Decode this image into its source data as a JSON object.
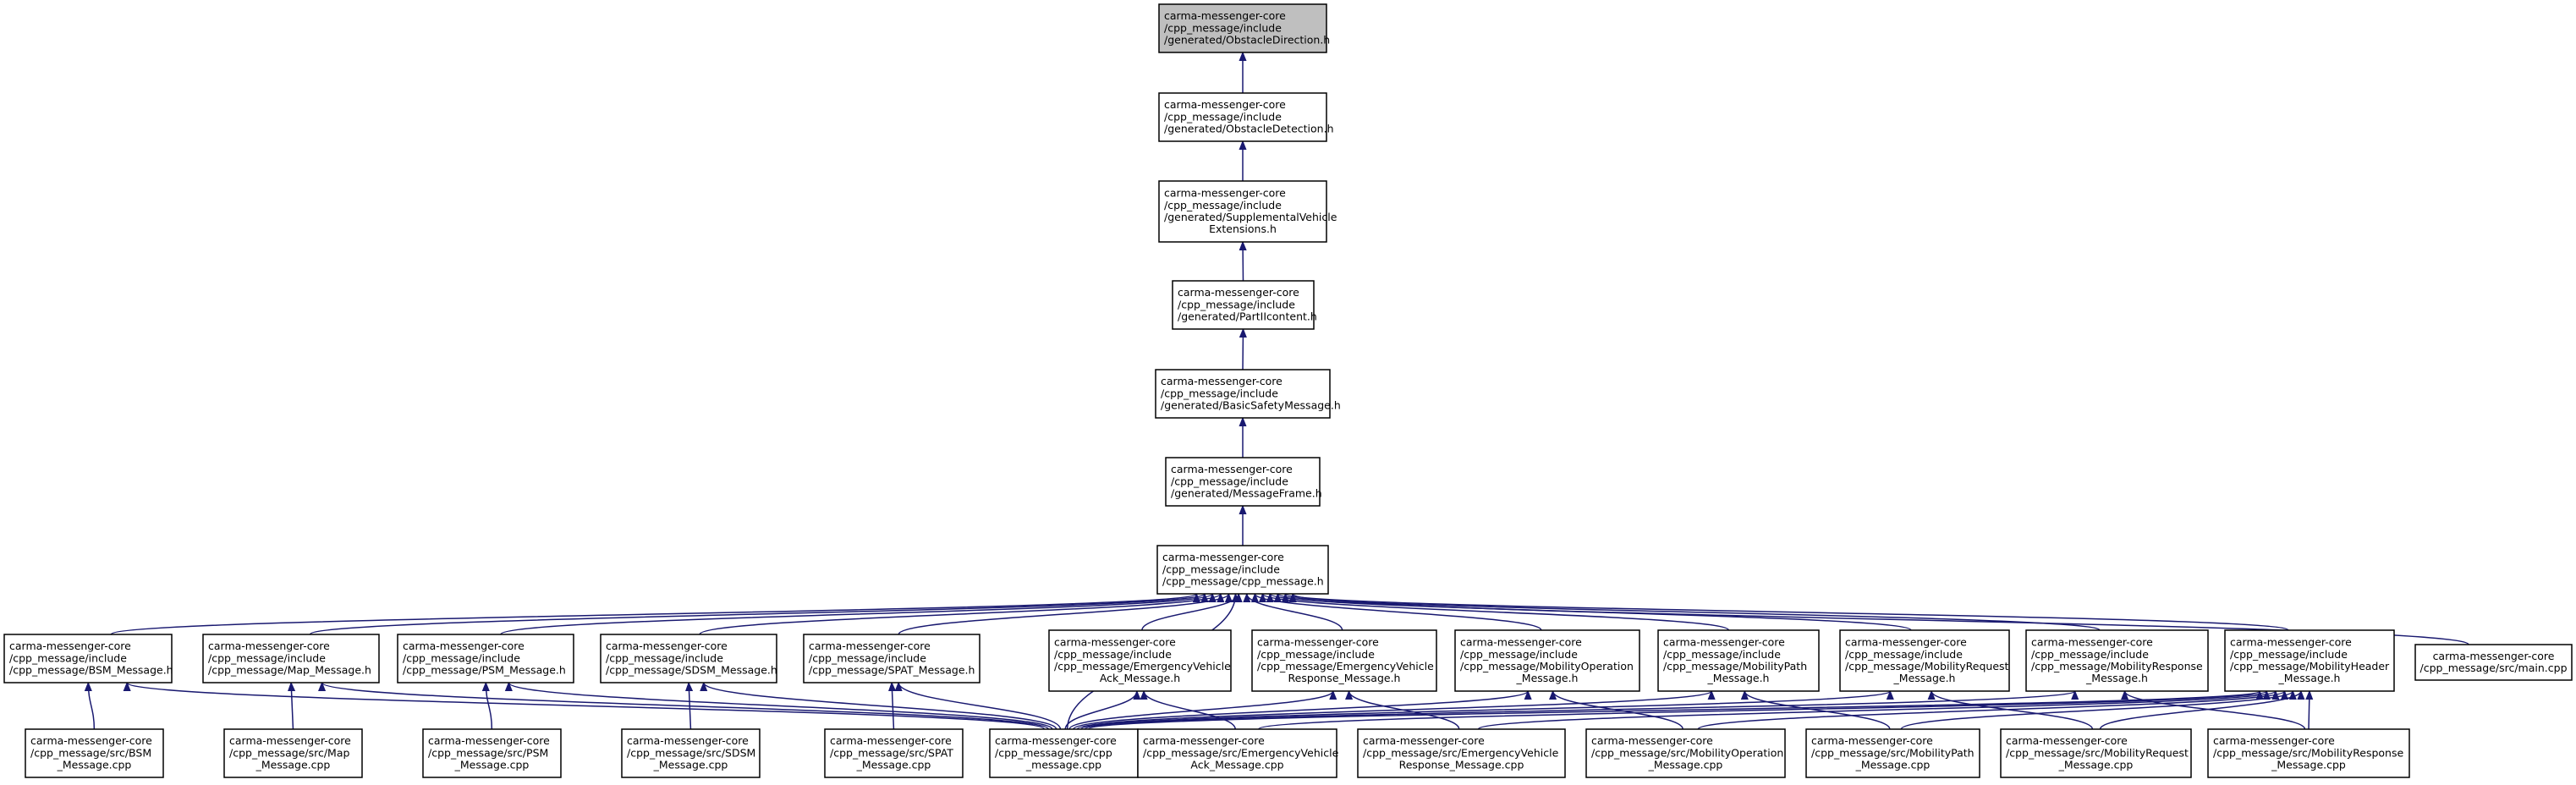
{
  "graph": {
    "nodes": [
      {
        "id": "n0",
        "name": "node-obstacle-direction-h",
        "lines": [
          "carma-messenger-core",
          "/cpp_message/include",
          "/generated/ObstacleDirection.h"
        ],
        "root": true
      },
      {
        "id": "n1",
        "name": "node-obstacle-detection-h",
        "lines": [
          "carma-messenger-core",
          "/cpp_message/include",
          "/generated/ObstacleDetection.h"
        ]
      },
      {
        "id": "n2",
        "name": "node-supplemental-vehicle-extensions-h",
        "lines": [
          "carma-messenger-core",
          "/cpp_message/include",
          "/generated/SupplementalVehicle",
          "Extensions.h"
        ]
      },
      {
        "id": "n3",
        "name": "node-partiicontent-h",
        "lines": [
          "carma-messenger-core",
          "/cpp_message/include",
          "/generated/PartIIcontent.h"
        ]
      },
      {
        "id": "n4",
        "name": "node-basic-safety-message-h",
        "lines": [
          "carma-messenger-core",
          "/cpp_message/include",
          "/generated/BasicSafetyMessage.h"
        ]
      },
      {
        "id": "n5",
        "name": "node-message-frame-h",
        "lines": [
          "carma-messenger-core",
          "/cpp_message/include",
          "/generated/MessageFrame.h"
        ]
      },
      {
        "id": "n6",
        "name": "node-cpp-message-h",
        "lines": [
          "carma-messenger-core",
          "/cpp_message/include",
          "/cpp_message/cpp_message.h"
        ]
      },
      {
        "id": "b1",
        "name": "node-bsm-message-h",
        "lines": [
          "carma-messenger-core",
          "/cpp_message/include",
          "/cpp_message/BSM_Message.h"
        ]
      },
      {
        "id": "b2",
        "name": "node-map-message-h",
        "lines": [
          "carma-messenger-core",
          "/cpp_message/include",
          "/cpp_message/Map_Message.h"
        ]
      },
      {
        "id": "b3",
        "name": "node-psm-message-h",
        "lines": [
          "carma-messenger-core",
          "/cpp_message/include",
          "/cpp_message/PSM_Message.h"
        ]
      },
      {
        "id": "b4",
        "name": "node-sdsm-message-h",
        "lines": [
          "carma-messenger-core",
          "/cpp_message/include",
          "/cpp_message/SDSM_Message.h"
        ]
      },
      {
        "id": "b5",
        "name": "node-spat-message-h",
        "lines": [
          "carma-messenger-core",
          "/cpp_message/include",
          "/cpp_message/SPAT_Message.h"
        ]
      },
      {
        "id": "b6",
        "name": "node-emergency-vehicle-ack-message-h",
        "lines": [
          "carma-messenger-core",
          "/cpp_message/include",
          "/cpp_message/EmergencyVehicle",
          "Ack_Message.h"
        ]
      },
      {
        "id": "b7",
        "name": "node-emergency-vehicle-response-message-h",
        "lines": [
          "carma-messenger-core",
          "/cpp_message/include",
          "/cpp_message/EmergencyVehicle",
          "Response_Message.h"
        ]
      },
      {
        "id": "b8",
        "name": "node-mobility-operation-message-h",
        "lines": [
          "carma-messenger-core",
          "/cpp_message/include",
          "/cpp_message/MobilityOperation",
          "_Message.h"
        ]
      },
      {
        "id": "b9",
        "name": "node-mobility-path-message-h",
        "lines": [
          "carma-messenger-core",
          "/cpp_message/include",
          "/cpp_message/MobilityPath",
          "_Message.h"
        ]
      },
      {
        "id": "b10",
        "name": "node-mobility-request-message-h",
        "lines": [
          "carma-messenger-core",
          "/cpp_message/include",
          "/cpp_message/MobilityRequest",
          "_Message.h"
        ]
      },
      {
        "id": "b11",
        "name": "node-mobility-response-message-h",
        "lines": [
          "carma-messenger-core",
          "/cpp_message/include",
          "/cpp_message/MobilityResponse",
          "_Message.h"
        ]
      },
      {
        "id": "b12",
        "name": "node-mobility-header-message-h",
        "lines": [
          "carma-messenger-core",
          "/cpp_message/include",
          "/cpp_message/MobilityHeader",
          "_Message.h"
        ]
      },
      {
        "id": "b13",
        "name": "node-main-cpp",
        "lines": [
          "carma-messenger-core",
          "/cpp_message/src/main.cpp"
        ]
      },
      {
        "id": "c1",
        "name": "node-bsm-message-cpp",
        "lines": [
          "carma-messenger-core",
          "/cpp_message/src/BSM",
          "_Message.cpp"
        ]
      },
      {
        "id": "c2",
        "name": "node-map-message-cpp",
        "lines": [
          "carma-messenger-core",
          "/cpp_message/src/Map",
          "_Message.cpp"
        ]
      },
      {
        "id": "c3",
        "name": "node-psm-message-cpp",
        "lines": [
          "carma-messenger-core",
          "/cpp_message/src/PSM",
          "_Message.cpp"
        ]
      },
      {
        "id": "c4",
        "name": "node-sdsm-message-cpp",
        "lines": [
          "carma-messenger-core",
          "/cpp_message/src/SDSM",
          "_Message.cpp"
        ]
      },
      {
        "id": "c5",
        "name": "node-spat-message-cpp",
        "lines": [
          "carma-messenger-core",
          "/cpp_message/src/SPAT",
          "_Message.cpp"
        ]
      },
      {
        "id": "c6",
        "name": "node-cpp-message-cpp",
        "lines": [
          "carma-messenger-core",
          "/cpp_message/src/cpp",
          "_message.cpp"
        ]
      },
      {
        "id": "c7",
        "name": "node-emergency-vehicle-ack-message-cpp",
        "lines": [
          "carma-messenger-core",
          "/cpp_message/src/EmergencyVehicle",
          "Ack_Message.cpp"
        ]
      },
      {
        "id": "c8",
        "name": "node-emergency-vehicle-response-message-cpp",
        "lines": [
          "carma-messenger-core",
          "/cpp_message/src/EmergencyVehicle",
          "Response_Message.cpp"
        ]
      },
      {
        "id": "c9",
        "name": "node-mobility-operation-message-cpp",
        "lines": [
          "carma-messenger-core",
          "/cpp_message/src/MobilityOperation",
          "_Message.cpp"
        ]
      },
      {
        "id": "c10",
        "name": "node-mobility-path-message-cpp",
        "lines": [
          "carma-messenger-core",
          "/cpp_message/src/MobilityPath",
          "_Message.cpp"
        ]
      },
      {
        "id": "c11",
        "name": "node-mobility-request-message-cpp",
        "lines": [
          "carma-messenger-core",
          "/cpp_message/src/MobilityRequest",
          "_Message.cpp"
        ]
      },
      {
        "id": "c12",
        "name": "node-mobility-response-message-cpp",
        "lines": [
          "carma-messenger-core",
          "/cpp_message/src/MobilityResponse",
          "_Message.cpp"
        ]
      }
    ],
    "edges": [
      [
        "n1",
        "n0"
      ],
      [
        "n2",
        "n1"
      ],
      [
        "n3",
        "n2"
      ],
      [
        "n4",
        "n3"
      ],
      [
        "n5",
        "n4"
      ],
      [
        "n6",
        "n5"
      ],
      [
        "b1",
        "n6"
      ],
      [
        "b2",
        "n6"
      ],
      [
        "b3",
        "n6"
      ],
      [
        "b4",
        "n6"
      ],
      [
        "b5",
        "n6"
      ],
      [
        "b6",
        "n6"
      ],
      [
        "b7",
        "n6"
      ],
      [
        "b8",
        "n6"
      ],
      [
        "b9",
        "n6"
      ],
      [
        "b10",
        "n6"
      ],
      [
        "b11",
        "n6"
      ],
      [
        "b12",
        "n6"
      ],
      [
        "b13",
        "n6"
      ],
      [
        "c6",
        "n6"
      ],
      [
        "c1",
        "b1"
      ],
      [
        "c6",
        "b1"
      ],
      [
        "c2",
        "b2"
      ],
      [
        "c6",
        "b2"
      ],
      [
        "c3",
        "b3"
      ],
      [
        "c6",
        "b3"
      ],
      [
        "c4",
        "b4"
      ],
      [
        "c6",
        "b4"
      ],
      [
        "c5",
        "b5"
      ],
      [
        "c6",
        "b5"
      ],
      [
        "c6",
        "b6"
      ],
      [
        "c7",
        "b6"
      ],
      [
        "c6",
        "b7"
      ],
      [
        "c8",
        "b7"
      ],
      [
        "c6",
        "b8"
      ],
      [
        "c9",
        "b8"
      ],
      [
        "c6",
        "b9"
      ],
      [
        "c10",
        "b9"
      ],
      [
        "c6",
        "b10"
      ],
      [
        "c11",
        "b10"
      ],
      [
        "c6",
        "b11"
      ],
      [
        "c12",
        "b11"
      ],
      [
        "c6",
        "b12"
      ],
      [
        "c7",
        "b12"
      ],
      [
        "c8",
        "b12"
      ],
      [
        "c9",
        "b12"
      ],
      [
        "c10",
        "b12"
      ],
      [
        "c11",
        "b12"
      ],
      [
        "c12",
        "b12"
      ]
    ]
  }
}
